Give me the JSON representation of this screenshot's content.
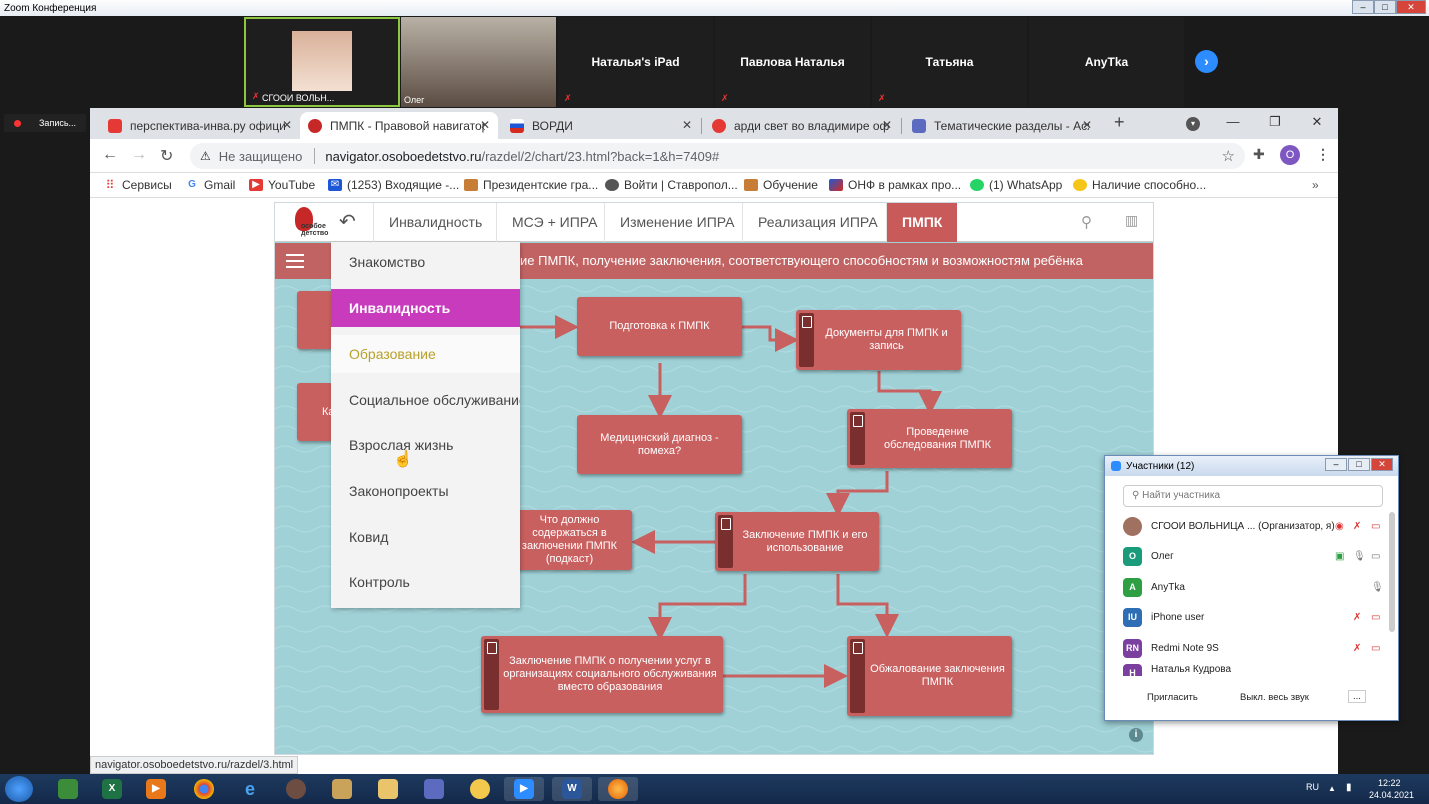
{
  "zoom": {
    "window_title": "Zoom Конференция",
    "tiles": [
      {
        "name": "",
        "label": "СГООИ ВОЛЬН..."
      },
      {
        "name": "",
        "label": "Олег"
      },
      {
        "name": "Наталья's iPad"
      },
      {
        "name": "Павлова Наталья"
      },
      {
        "name": "Татьяна"
      },
      {
        "name": "AnyTka"
      }
    ],
    "record_label": "Запись..."
  },
  "browser": {
    "tabs": [
      {
        "title": "перспектива-инва.ру официа",
        "active": false
      },
      {
        "title": "ПМПК - Правовой навигатор",
        "active": true
      },
      {
        "title": "ВОРДИ",
        "active": false
      },
      {
        "title": "арди свет во владимире оф",
        "active": false
      },
      {
        "title": "Тематические разделы - Ася",
        "active": false
      }
    ],
    "new_tab": "+",
    "security_label": "Не защищено",
    "url_host": "navigator.osoboedetstvo.ru",
    "url_path": "/razdel/2/chart/23.html?back=1&h=7409#",
    "profile_initial": "О",
    "bookmarks": [
      "Сервисы",
      "Gmail",
      "YouTube",
      "(1253) Входящие -...",
      "Президентские гра...",
      "Войти | Ставропол...",
      "Обучение",
      "ОНФ в рамках про...",
      "(1) WhatsApp",
      "Наличие способно..."
    ],
    "status_url": "navigator.osoboedetstvo.ru/razdel/3.html"
  },
  "site": {
    "logo_text": "особое детство",
    "nav": [
      "Инвалидность",
      "МСЭ + ИПРА",
      "Изменение ИПРА",
      "Реализация ИПРА",
      "ПМПК"
    ],
    "banner": "ие ПМПК, получение заключения, соответствующего способностям и возможностям ребёнка",
    "menu": [
      "Знакомство",
      "Инвалидность",
      "Образование",
      "Социальное обслуживание",
      "Взрослая жизнь",
      "Законопроекты",
      "Ковид",
      "Контроль"
    ],
    "nodes": {
      "podgotovka": "Подготовка к ПМПК",
      "dokumenty": "Документы для ПМПК и запись",
      "diagnoz": "Медицинский диагноз - помеха?",
      "obsledovanie": "Проведение обследования ПМПК",
      "zaklyuchenie": "Заключение ПМПК и его использование",
      "soderzhanie": "Что должно содержаться в заключении ПМПК (подкаст)",
      "uslugi": "Заключение ПМПК о получении услуг в организациях социального обслуживания вместо образования",
      "obzhalovanie": "Обжалование заключения ПМПК",
      "left2": "Ка"
    },
    "info": "i"
  },
  "participants": {
    "title": "Участники (12)",
    "search_placeholder": "Найти участника",
    "rows": [
      {
        "initials": "",
        "name": "СГООИ ВОЛЬНИЦА ... (Организатор, я)",
        "color": "#a07060"
      },
      {
        "initials": "О",
        "name": "Олег",
        "color": "#1a9b7a"
      },
      {
        "initials": "A",
        "name": "AnyTka",
        "color": "#2ea043"
      },
      {
        "initials": "IU",
        "name": "iPhone user",
        "color": "#2e6eb5"
      },
      {
        "initials": "RN",
        "name": "Redmi Note 9S",
        "color": "#7b3fa0"
      },
      {
        "initials": "Н",
        "name": "Наталья Кудрова",
        "color": "#7b3fa0"
      }
    ],
    "invite": "Пригласить",
    "mute_all": "Выкл. весь звук",
    "more": "..."
  },
  "taskbar": {
    "lang": "RU",
    "time": "12:22",
    "date": "24.04.2021"
  }
}
